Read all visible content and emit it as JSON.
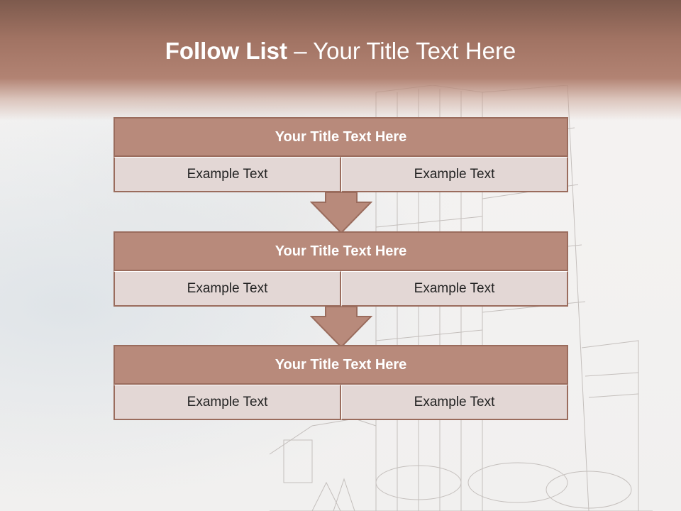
{
  "slide": {
    "title_bold": "Follow List",
    "title_rest": " – Your Title Text Here",
    "colors": {
      "header": "#a17363",
      "block_title": "#b88a7b",
      "block_border": "#9a6c5d",
      "cell": "#e3d7d5"
    }
  },
  "blocks": [
    {
      "title": "Your Title Text Here",
      "left": "Example Text",
      "right": "Example Text"
    },
    {
      "title": "Your Title Text Here",
      "left": "Example Text",
      "right": "Example Text"
    },
    {
      "title": "Your Title Text Here",
      "left": "Example Text",
      "right": "Example Text"
    }
  ],
  "icons": {
    "connector": "arrow-down-icon"
  }
}
